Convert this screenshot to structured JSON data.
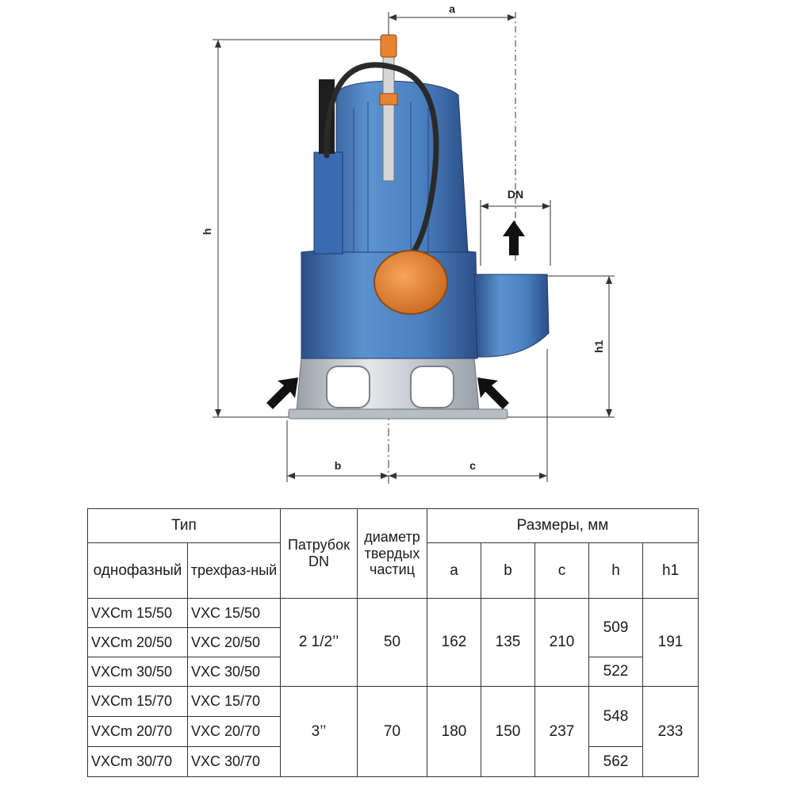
{
  "drawing": {
    "dimension_labels": {
      "a": "a",
      "h": "h",
      "h1": "h1",
      "b": "b",
      "c": "c",
      "dn": "DN"
    },
    "colors": {
      "pump_body": "#4a7fc0",
      "pump_dark": "#2c4f86",
      "float_orange": "#e8832f",
      "base_grey": "#c9cdd2",
      "cable": "#2a2a2a"
    }
  },
  "table": {
    "header": {
      "type": "Тип",
      "single_phase": "однофазный",
      "three_phase": "трехфаз-ный",
      "outlet": "Патрубок DN",
      "particle": "диаметр твердых частиц",
      "dimensions": "Размеры, мм",
      "a": "a",
      "b": "b",
      "c": "c",
      "h": "h",
      "h1": "h1"
    },
    "group1": {
      "rows": [
        {
          "single": "VXCm 15/50",
          "three": "VXC 15/50"
        },
        {
          "single": "VXCm 20/50",
          "three": "VXC 20/50"
        },
        {
          "single": "VXCm 30/50",
          "three": "VXC 30/50"
        }
      ],
      "dn": "2 1/2’’",
      "particle": "50",
      "a": "162",
      "b": "135",
      "c": "210",
      "h_top": "509",
      "h_bottom": "522",
      "h1": "191"
    },
    "group2": {
      "rows": [
        {
          "single": "VXCm 15/70",
          "three": "VXC 15/70"
        },
        {
          "single": "VXCm 20/70",
          "three": "VXC 20/70"
        },
        {
          "single": "VXCm 30/70",
          "three": "VXC 30/70"
        }
      ],
      "dn": "3’’",
      "particle": "70",
      "a": "180",
      "b": "150",
      "c": "237",
      "h_top": "548",
      "h_bottom": "562",
      "h1": "233"
    }
  }
}
